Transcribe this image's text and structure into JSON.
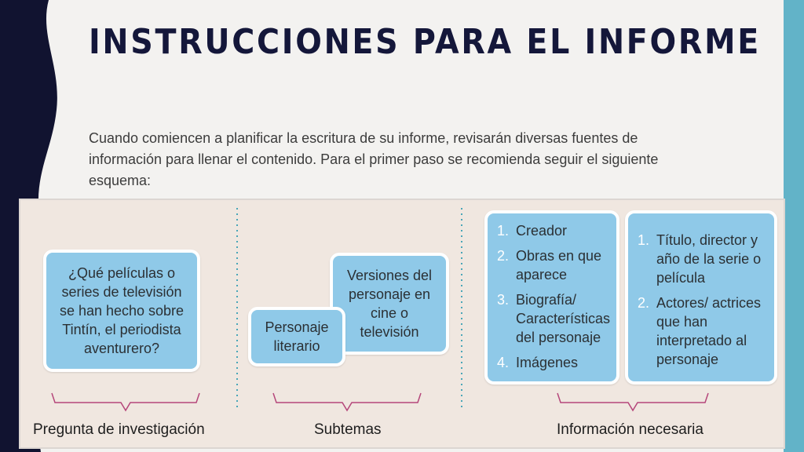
{
  "slide": {
    "title": "INSTRUCCIONES PARA EL INFORME",
    "intro": "Cuando comiencen a planificar la escritura de su informe, revisarán diversas fuentes de información para llenar el contenido. Para el primer paso se recomienda seguir el siguiente esquema:"
  },
  "diagram": {
    "question_card": "¿Qué películas o series de televisión se han hecho sobre Tintín, el periodista aventurero?",
    "subtopic_literary": "Personaje literario",
    "subtopic_versions": "Versiones del personaje en cine o televisión",
    "info_list_a": [
      {
        "num": "1.",
        "text": "Creador"
      },
      {
        "num": "2.",
        "text": "Obras en que aparece"
      },
      {
        "num": "3.",
        "text": "Biografía/ Características del personaje"
      },
      {
        "num": "4.",
        "text": "Imágenes"
      }
    ],
    "info_list_b": [
      {
        "num": "1.",
        "text": "Título, director y año de la serie o película"
      },
      {
        "num": "2.",
        "text": "Actores/ actrices que han interpretado al personaje"
      }
    ],
    "labels": {
      "research_question": "Pregunta de investigación",
      "subtopics": "Subtemas",
      "needed_info": "Información necesaria"
    }
  },
  "colors": {
    "navy": "#14173a",
    "card_blue": "#8fc9e8",
    "teal_accent": "#62b3c8",
    "bracket_pink": "#b5467a",
    "divider_teal": "#4aa6b8"
  }
}
